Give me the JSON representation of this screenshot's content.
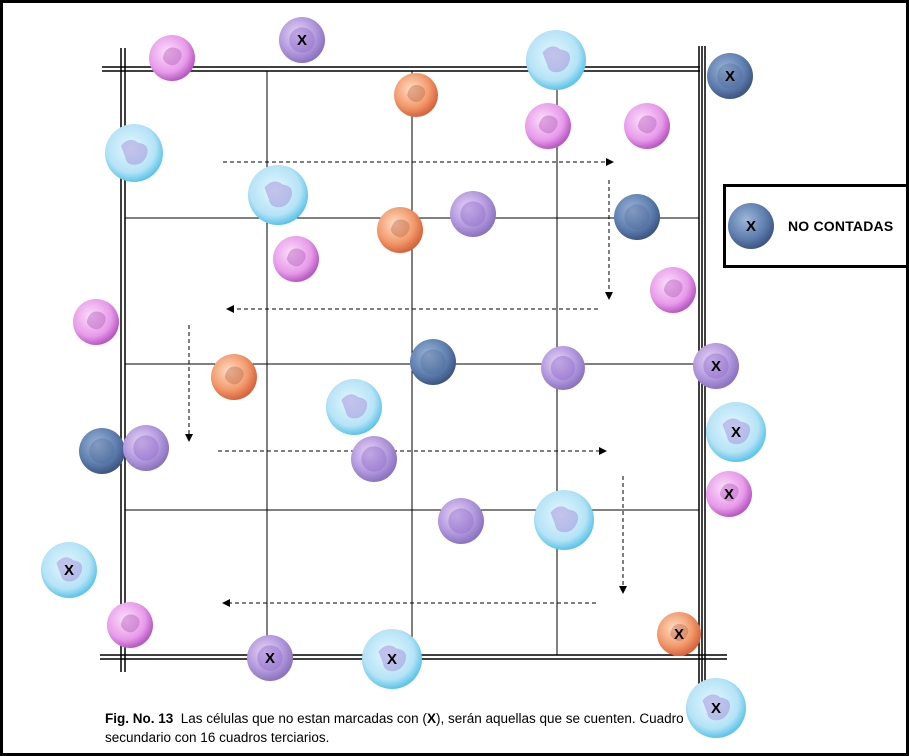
{
  "legend": {
    "marker": "X",
    "label": "NO CONTADAS"
  },
  "caption": {
    "figure_label": "Fig. No. 13",
    "text_before": "Las células que no estan marcadas con (",
    "marker": "X",
    "text_after": "), serán aquellas que se cuenten. Cuadro secundario con 16 cuadros terciarios."
  },
  "colors": {
    "neutrophil": "#e58be8",
    "lymphocyte": "#a98ad6",
    "monocyte": "#a8dcf2",
    "eosinophil": "#f2875e",
    "basophil": "#5f7fb0"
  },
  "cell_marker": "X"
}
